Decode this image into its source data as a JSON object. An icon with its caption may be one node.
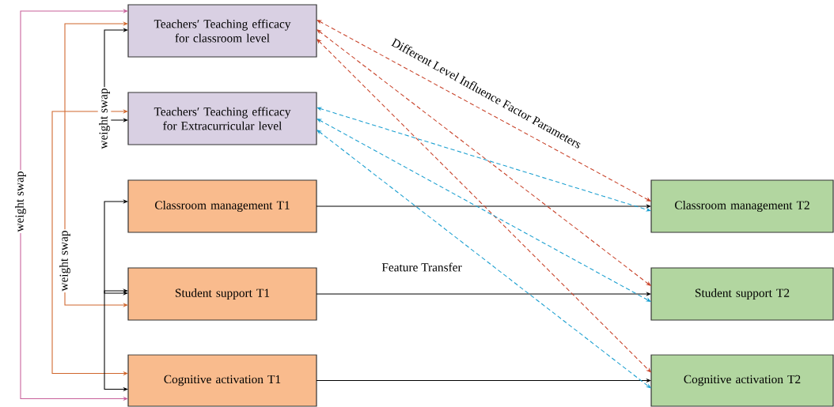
{
  "diagram": {
    "nodes": [
      {
        "text": [
          "Teachers′ Teaching efficacy for classroom level"
        ]
      },
      {
        "text": [
          "Teachers′ Teaching efficacy for Extracurricular level"
        ]
      },
      {
        "text": [
          "Classroom management T1"
        ]
      },
      {
        "text": [
          "Student support T1"
        ]
      },
      {
        "text": [
          "Cognitive activation T1"
        ]
      },
      {
        "text": [
          "Classroom management T2"
        ]
      },
      {
        "text": [
          "Student support T2"
        ]
      },
      {
        "text": [
          "Cognitive activation T2"
        ]
      }
    ],
    "edges": [
      {
        "from": 0,
        "to": 1,
        "arrow": "both",
        "label": "weight swap"
      },
      {
        "from": 3,
        "to": 0,
        "arrow": "both",
        "color": "#d0662c",
        "label": "weight swap"
      },
      {
        "from": 4,
        "to": 1,
        "arrow": "both",
        "color": "#d0662c"
      },
      {
        "from": 4,
        "to": 0,
        "arrow": "both",
        "color": "#c8609a",
        "label": "weight swap"
      },
      {
        "from": 2,
        "to": 3,
        "arrow": "both"
      },
      {
        "from": 3,
        "to": 4,
        "arrow": "both"
      },
      {
        "from": 2,
        "to": 5,
        "arrow": "to"
      },
      {
        "from": 3,
        "to": 6,
        "arrow": "to"
      },
      {
        "from": 4,
        "to": 7,
        "arrow": "to"
      },
      {
        "from": 0,
        "to": 5,
        "arrow": "both",
        "style": "dashed",
        "color": "#c8432a"
      },
      {
        "from": 0,
        "to": 6,
        "arrow": "both",
        "style": "dashed",
        "color": "#c8432a"
      },
      {
        "from": 0,
        "to": 7,
        "arrow": "both",
        "style": "dashed",
        "color": "#c8432a"
      },
      {
        "from": 1,
        "to": 5,
        "arrow": "both",
        "style": "dashed",
        "color": "#1a9fd0"
      },
      {
        "from": 1,
        "to": 6,
        "arrow": "both",
        "style": "dashed",
        "color": "#1a9fd0"
      },
      {
        "from": 1,
        "to": 7,
        "arrow": "both",
        "style": "dashed",
        "color": "#1a9fd0"
      }
    ],
    "labels": [
      "Different Level Influence Factor Parameters",
      "Feature Transfer"
    ]
  }
}
